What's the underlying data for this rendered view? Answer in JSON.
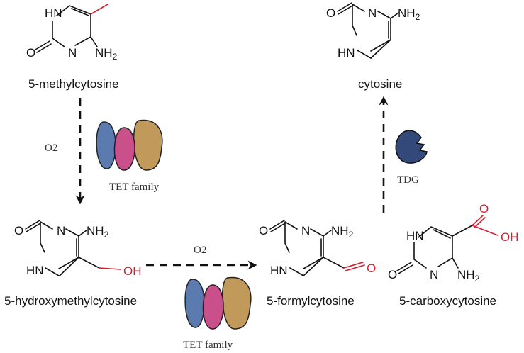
{
  "molecules": {
    "mc": {
      "name": "5-methylcytosine",
      "hn": "HN",
      "o": "O",
      "n": "N",
      "nh": "NH",
      "two": "2"
    },
    "hmc": {
      "name": "5-hydroxymethylcytosine",
      "o": "O",
      "n": "N",
      "hn": "HN",
      "nh": "NH",
      "two": "2",
      "oh": "OH"
    },
    "fc": {
      "name": "5-formylcytosine",
      "o": "O",
      "n": "N",
      "hn": "HN",
      "nh": "NH",
      "two": "2",
      "cho": "O"
    },
    "cac": {
      "name": "5-carboxycytosine",
      "hn": "HN",
      "o": "O",
      "n": "N",
      "nh": "NH",
      "two": "2",
      "co": "O",
      "oh": "OH"
    },
    "cyt": {
      "name": "cytosine",
      "o": "O",
      "n": "N",
      "hn": "HN",
      "nh": "NH",
      "two": "2"
    }
  },
  "steps": {
    "step1": {
      "cofactor": "O2",
      "enzyme": "TET family"
    },
    "step2": {
      "cofactor": "O2",
      "enzyme": "TET family"
    },
    "step3": {
      "enzyme": "TDG"
    }
  },
  "colors": {
    "highlight": "#d81e2c",
    "tet_blue": "#5b7bb0",
    "tet_pink": "#c9508a",
    "tet_tan": "#c19a5b",
    "tdg": "#33497a"
  }
}
